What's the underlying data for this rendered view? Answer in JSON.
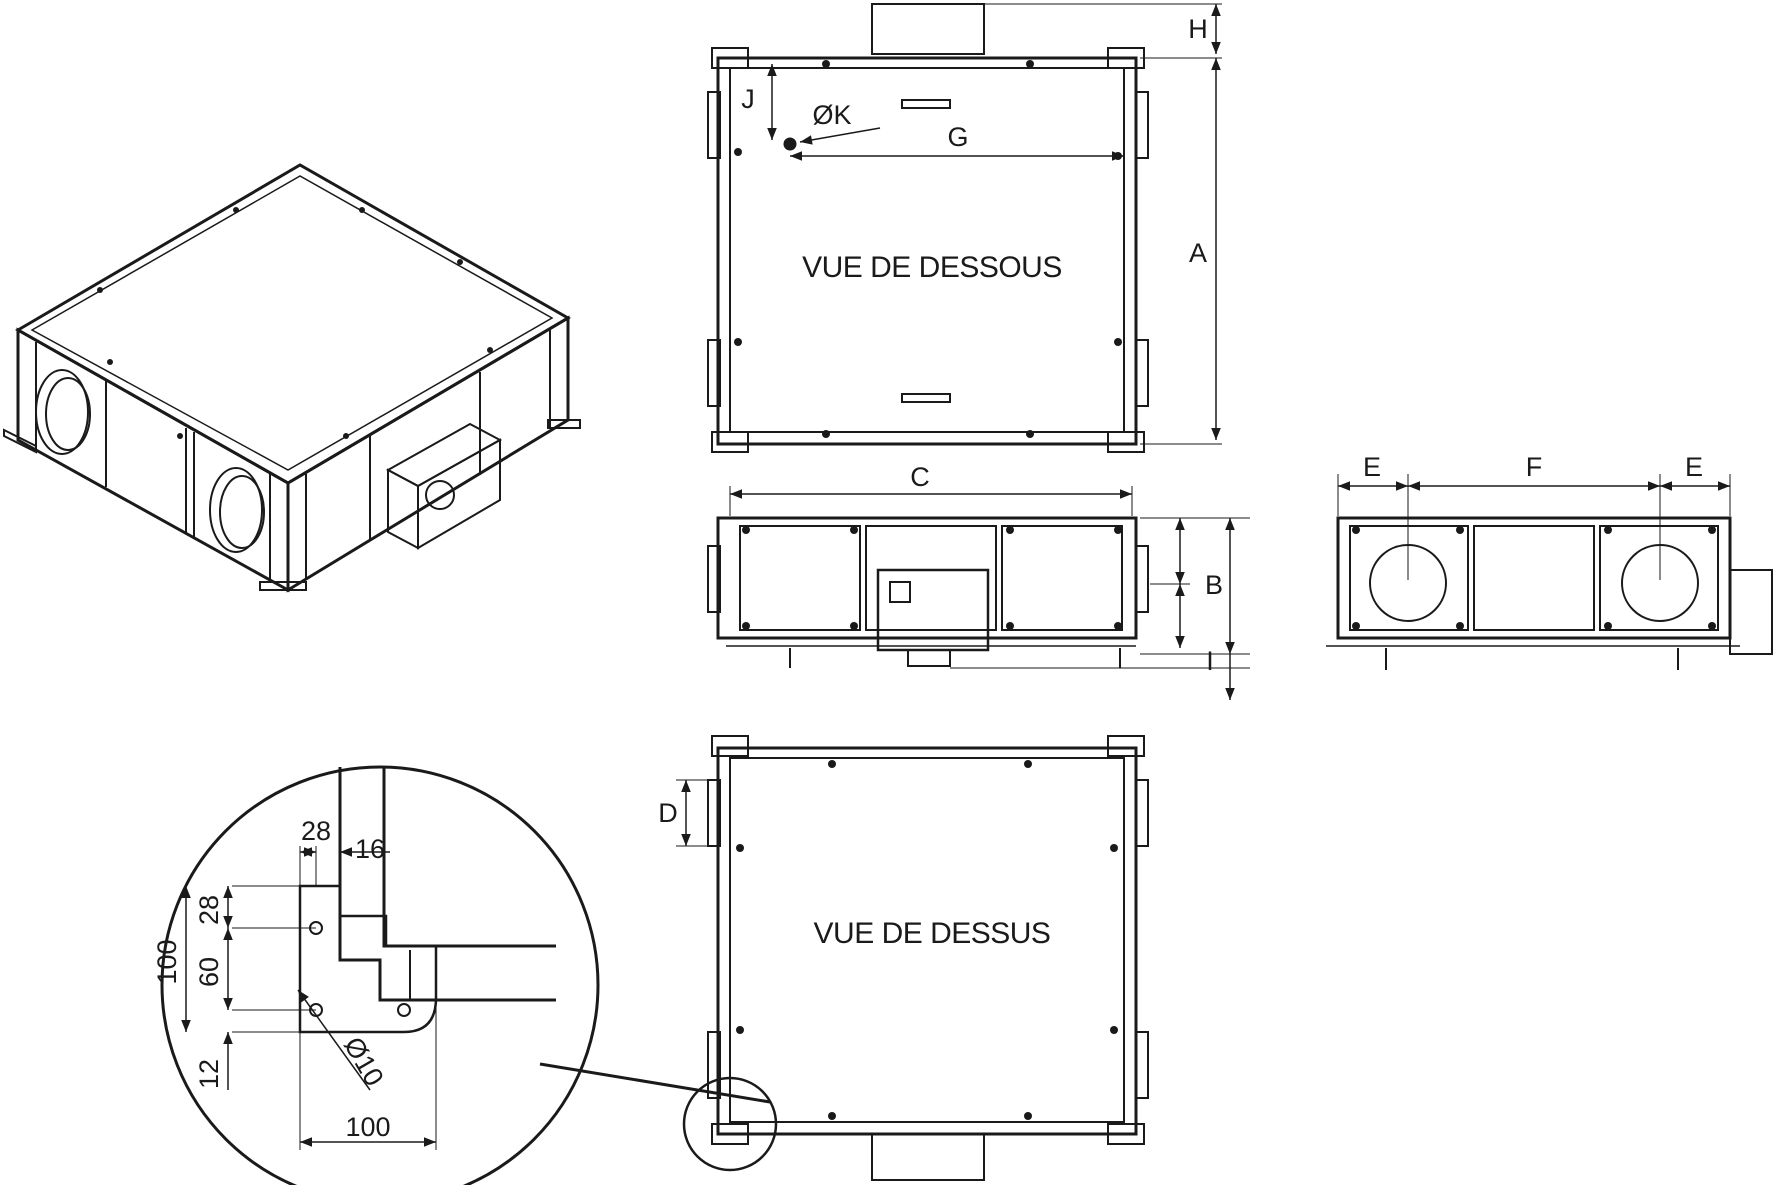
{
  "views": {
    "bottom_view_title": "VUE DE DESSOUS",
    "top_view_title": "VUE DE DESSUS"
  },
  "dimensions": {
    "A": "A",
    "B": "B",
    "C": "C",
    "D": "D",
    "E": "E",
    "F": "F",
    "G": "G",
    "H": "H",
    "I": "I",
    "J": "J",
    "K": "ØK"
  },
  "detail": {
    "d28_top": "28",
    "d16": "16",
    "d28_side": "28",
    "d60": "60",
    "d100_vert": "100",
    "d12": "12",
    "d100_horiz": "100",
    "hole_dia": "Ø10"
  },
  "colors": {
    "line": "#1a1a1a",
    "background": "#ffffff"
  }
}
